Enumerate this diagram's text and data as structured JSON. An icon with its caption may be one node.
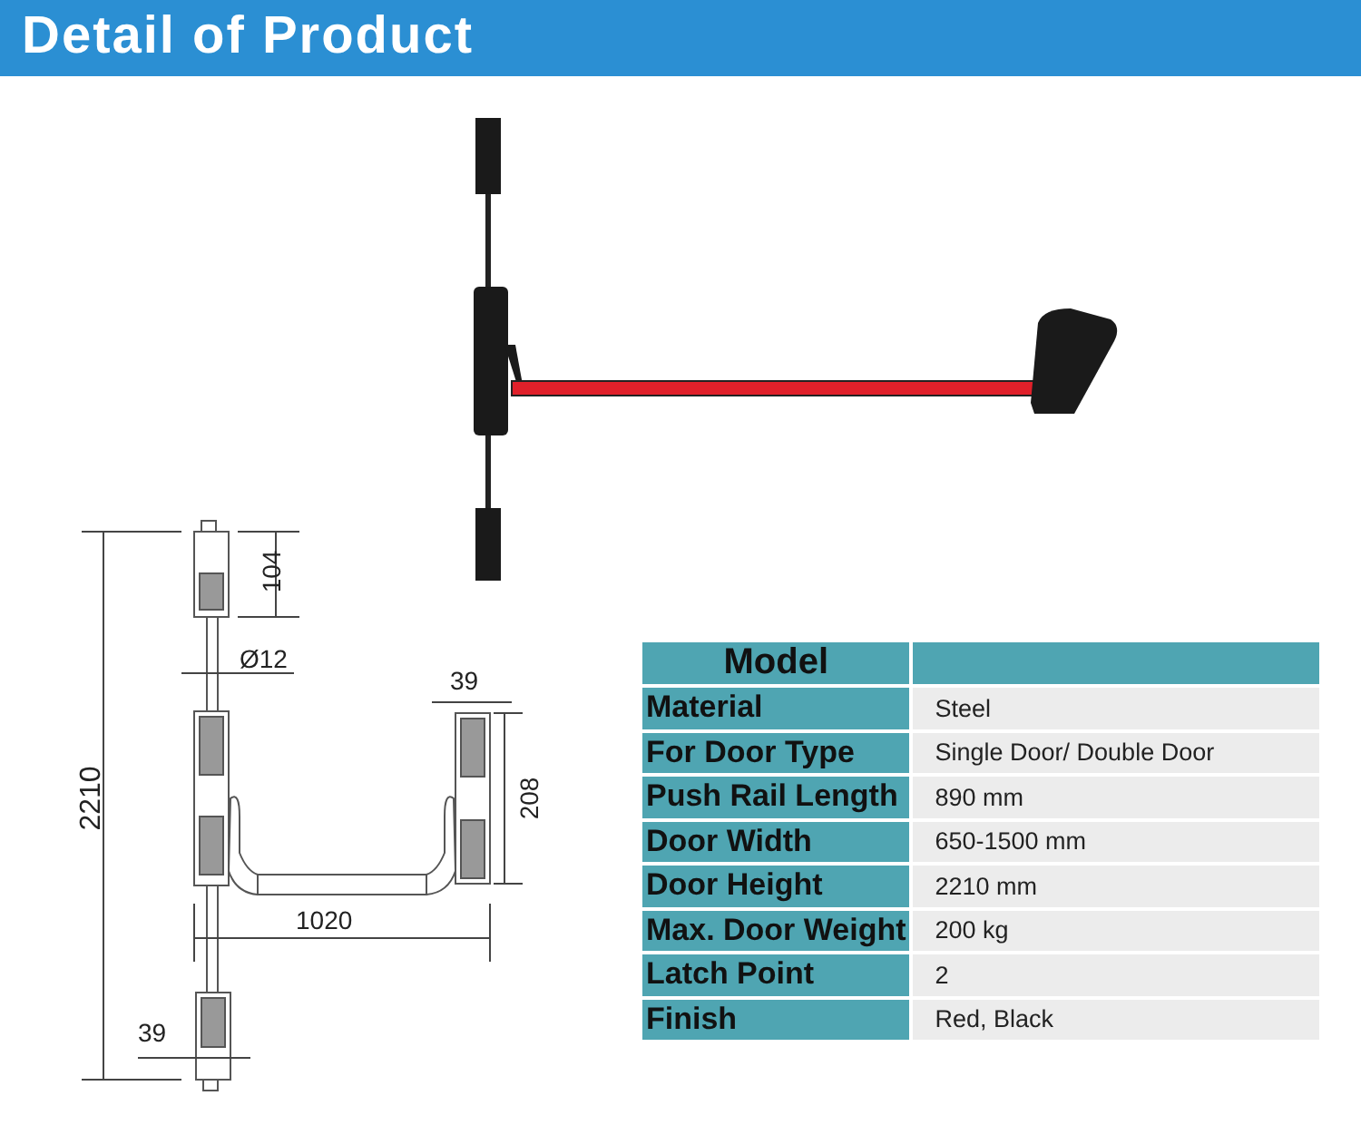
{
  "diagram": {
    "title": "Detail of Product",
    "labels": [
      "104",
      "Ø12",
      "39",
      "2210",
      "208",
      "1020",
      "39",
      "Model",
      "Material",
      "Steel",
      "For Door Type",
      "Single Door/ Double Door",
      "Push Rail Length",
      "890 mm",
      "Door Width",
      "650-1500 mm",
      "Door Height",
      "2210 mm",
      "Max. Door Weight",
      "200 kg",
      "Latch Point",
      "2",
      "Finish",
      "Red, Black"
    ]
  }
}
